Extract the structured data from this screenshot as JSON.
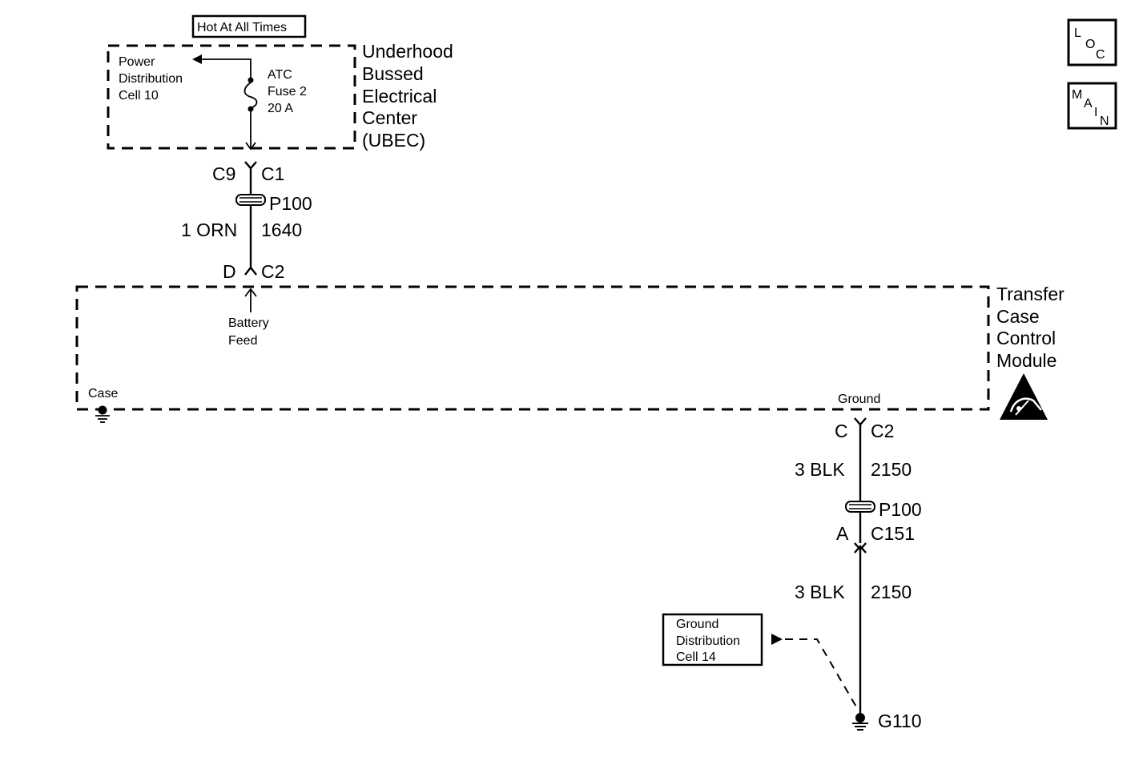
{
  "nav": {
    "loc_letters": [
      "L",
      "O",
      "C"
    ],
    "main_letters": [
      "M",
      "A",
      "I",
      "N"
    ]
  },
  "ubec": {
    "hot_label": "Hot At All Times",
    "title_lines": [
      "Underhood",
      "Bussed",
      "Electrical",
      "Center",
      "(UBEC)"
    ],
    "power_dist_lines": [
      "Power",
      "Distribution",
      "Cell 10"
    ],
    "fuse_lines": [
      "ATC",
      "Fuse 2",
      "20 A"
    ]
  },
  "upper_harness": {
    "conn_left": "C9",
    "conn_right": "C1",
    "splice": "P100",
    "wire_color": "1 ORN",
    "circuit": "1640",
    "pin": "D",
    "module_conn": "C2"
  },
  "module": {
    "title_lines": [
      "Transfer",
      "Case",
      "Control",
      "Module"
    ],
    "battery_feed_lines": [
      "Battery",
      "Feed"
    ],
    "case_label": "Case",
    "ground_label": "Ground"
  },
  "lower_harness": {
    "pin": "C",
    "module_conn": "C2",
    "wire_color_1": "3 BLK",
    "circuit_1": "2150",
    "splice": "P100",
    "pin_2": "A",
    "conn_2": "C151",
    "wire_color_2": "3 BLK",
    "circuit_2": "2150",
    "ground_dist_lines": [
      "Ground",
      "Distribution",
      "Cell 14"
    ],
    "ground_point": "G110"
  }
}
